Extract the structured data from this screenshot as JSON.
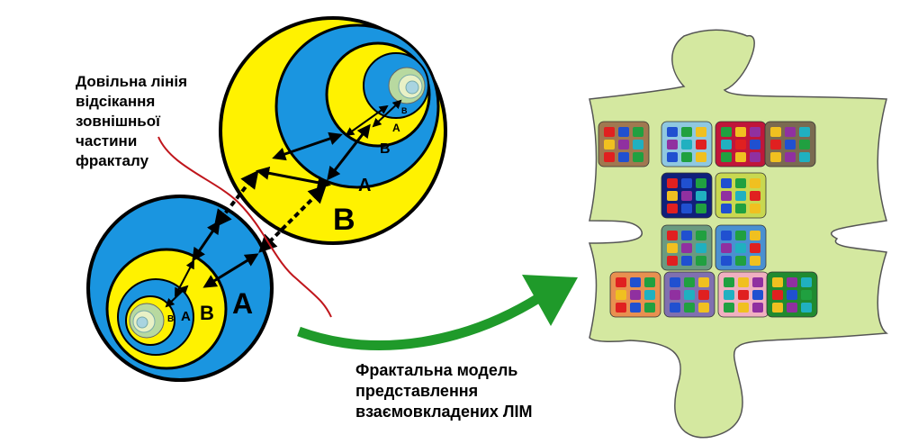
{
  "cutoff_label": [
    "Довільна лінія",
    "відсікання",
    "зовнішньої",
    "частини",
    "фракталу"
  ],
  "model_label": [
    "Фрактальна модель",
    "представлення",
    "взаємовкладених ЛІМ"
  ],
  "lower_fractal_labels": {
    "a_big": "A",
    "b_mid": "B",
    "a_small": "A",
    "b_tiny": "B"
  },
  "upper_fractal_labels": {
    "b_big": "B",
    "a_mid": "A",
    "b_small": "B",
    "a_small": "A",
    "b_tiny": "B"
  },
  "colors": {
    "blue": "#1a95e0",
    "yellow": "#fff200",
    "green_arrow": "#1f9a2a",
    "red_line": "#c0161c",
    "puzzle_bg": "#d4e8a0"
  }
}
